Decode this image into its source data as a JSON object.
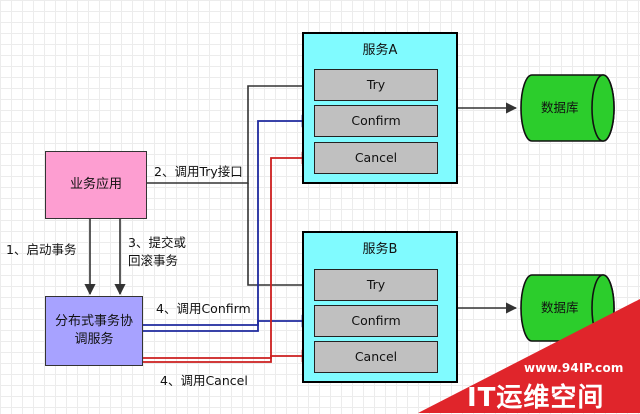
{
  "diagram": {
    "service_a": {
      "title": "服务A",
      "ops": {
        "try": "Try",
        "confirm": "Confirm",
        "cancel": "Cancel"
      },
      "db": "数据库"
    },
    "service_b": {
      "title": "服务B",
      "ops": {
        "try": "Try",
        "confirm": "Confirm",
        "cancel": "Cancel"
      },
      "db": "数据库"
    },
    "business_app": "业务应用",
    "coordinator": "分布式事务协\n调服务",
    "labels": {
      "call_try": "2、调用Try接口",
      "start_tx": "1、启动事务",
      "commit_rollback": "3、提交或\n回滚事务",
      "call_confirm": "4、调用Confirm",
      "call_cancel": "4、调用Cancel"
    },
    "colors": {
      "service_fill": "#80fbff",
      "op_fill": "#c0c0c0",
      "business_fill": "#fd9ed1",
      "coordinator_fill": "#a7a2ff",
      "db_fill": "#2ccd2c",
      "wire_black": "#333333",
      "wire_blue": "#1f2a9e",
      "wire_red": "#cc1f1f",
      "watermark_red": "#e0252b"
    }
  },
  "watermark": {
    "url": "www.94IP.com",
    "name": "IT运维空间"
  }
}
